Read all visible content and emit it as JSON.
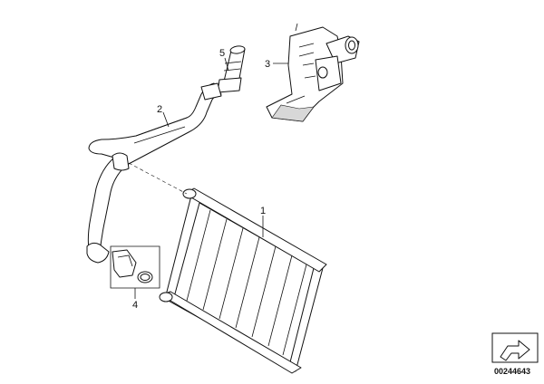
{
  "diagram": {
    "callouts": {
      "heater_core": "1",
      "hose_pipe": "2",
      "valve_bracket": "3",
      "clamp_seal": "4",
      "connector": "5"
    },
    "part_number": "00244643",
    "icon": "direction-arrow-icon"
  }
}
